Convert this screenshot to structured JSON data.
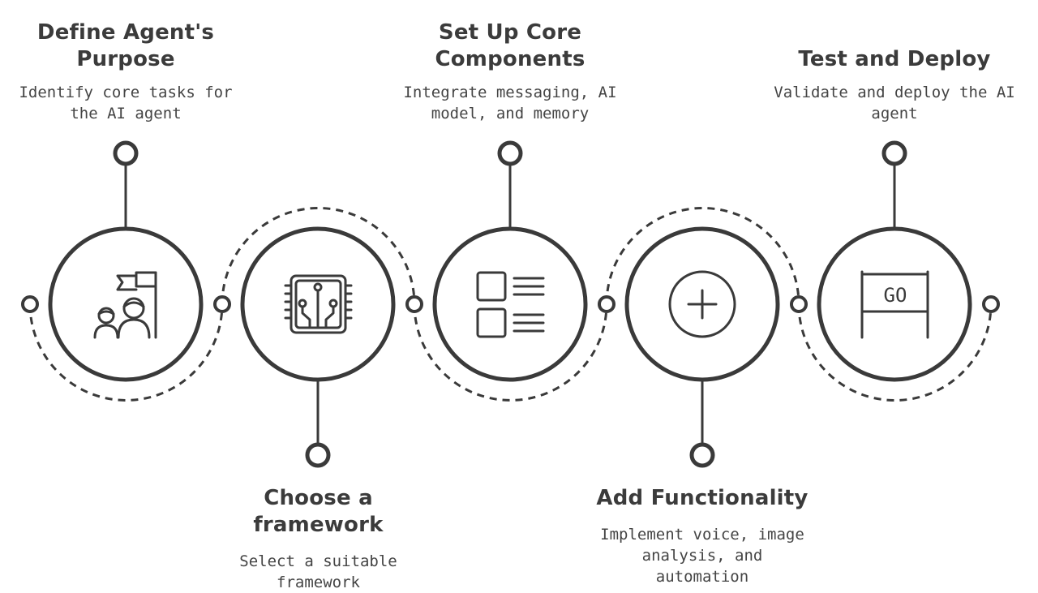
{
  "steps": [
    {
      "title": "Define Agent's Purpose",
      "desc": "Identify core tasks for the AI agent",
      "icon": "team-flag-icon"
    },
    {
      "title": "Choose a framework",
      "desc": "Select a suitable framework",
      "icon": "chip-icon"
    },
    {
      "title": "Set Up Core Components",
      "desc": "Integrate messaging, AI model, and memory",
      "icon": "components-list-icon"
    },
    {
      "title": "Add Functionality",
      "desc": "Implement voice, image analysis, and automation",
      "icon": "plus-circle-icon"
    },
    {
      "title": "Test and Deploy",
      "desc": "Validate and deploy the AI agent",
      "icon": "go-sign-icon"
    }
  ],
  "go_sign_text": "GO",
  "colors": {
    "stroke": "#3a3a3a",
    "background": "#ffffff"
  }
}
